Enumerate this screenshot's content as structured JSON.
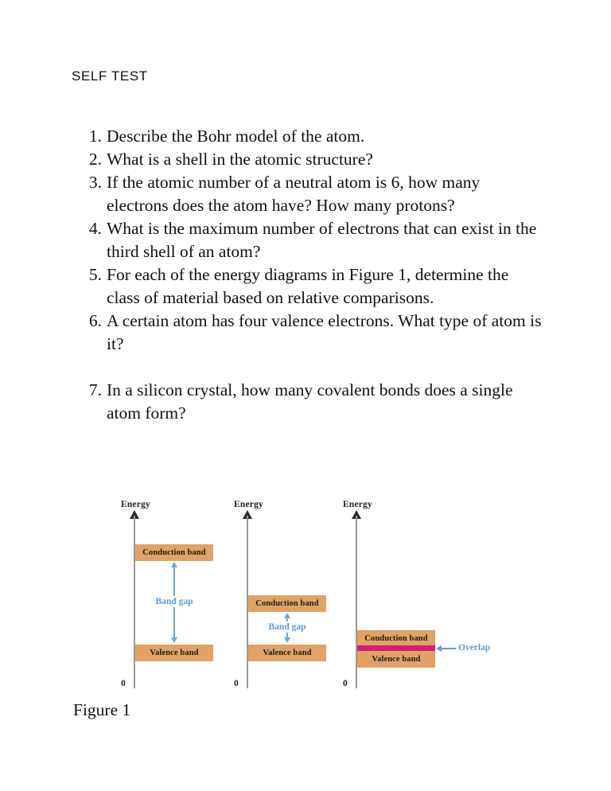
{
  "heading": "SELF TEST",
  "questions": [
    {
      "number": "1.",
      "text": "Describe the Bohr model of the atom."
    },
    {
      "number": "2.",
      "text": "What is a shell in the atomic structure?"
    },
    {
      "number": "3.",
      "text": "If the atomic number of a neutral atom is 6, how many electrons does the atom have? How many protons?"
    },
    {
      "number": "4.",
      "text": "What is the maximum number of electrons that can exist in the third shell of an atom?"
    },
    {
      "number": "5.",
      "text": "For each of the energy diagrams in Figure 1, determine the class of material based on relative comparisons."
    },
    {
      "number": "6.",
      "text": "A certain atom has four valence electrons. What type of atom is it?"
    },
    {
      "number": "7.",
      "text": "In a silicon crystal, how many covalent bonds does a single atom form?"
    }
  ],
  "figure": {
    "caption": "Figure 1",
    "colors": {
      "band_fill": "#e0a265",
      "overlap": "#d81b73",
      "annotation_blue": "#5b9bd5",
      "axis": "#9a9a9a"
    },
    "diagrams": [
      {
        "axis_label": "Energy",
        "zero_label": "0",
        "conduction_band": "Conduction band",
        "valence_band": "Valence band",
        "gap_label": "Band gap"
      },
      {
        "axis_label": "Energy",
        "zero_label": "0",
        "conduction_band": "Conduction band",
        "valence_band": "Valence band",
        "gap_label": "Band gap"
      },
      {
        "axis_label": "Energy",
        "zero_label": "0",
        "conduction_band": "Conduction band",
        "valence_band": "Valence band",
        "overlap_label": "Overlap"
      }
    ]
  }
}
